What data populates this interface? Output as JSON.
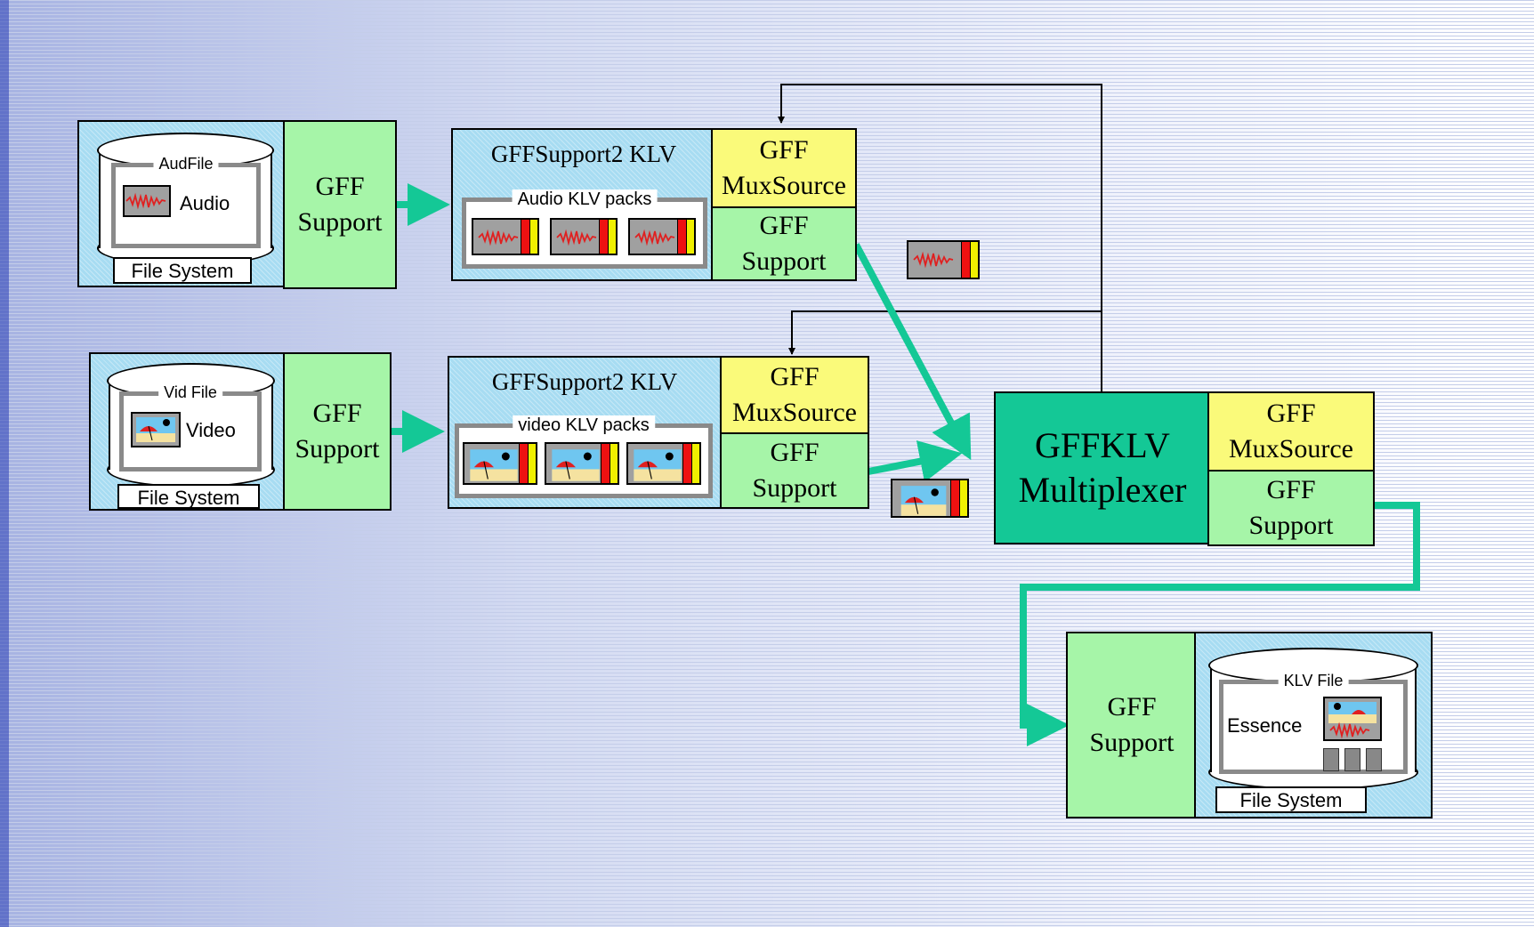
{
  "colors": {
    "support": "#a6f5a8",
    "muxsource": "#fafa7a",
    "multiplexer": "#14c896",
    "container": "#a7dcf2",
    "flow_arrow": "#14c896",
    "control_line": "#000000"
  },
  "audio_row": {
    "storage": {
      "file_label": "AudFile",
      "content_label": "Audio",
      "fs_label": "File System",
      "icon": "waveform-icon"
    },
    "support_label": "GFF\nSupport",
    "klv_source": {
      "title": "GFFSupport2 KLV",
      "packs_label": "Audio KLV packs",
      "muxsource_label": "GFF\nMuxSource",
      "support_label": "GFF\nSupport"
    }
  },
  "video_row": {
    "storage": {
      "file_label": "Vid File",
      "content_label": "Video",
      "fs_label": "File System",
      "icon": "beach-image-icon"
    },
    "support_label": "GFF\nSupport",
    "klv_source": {
      "title": "GFFSupport2 KLV",
      "packs_label": "video KLV packs",
      "muxsource_label": "GFF\nMuxSource",
      "support_label": "GFF\nSupport"
    }
  },
  "multiplexer": {
    "label": "GFFKLV\nMultiplexer",
    "muxsource_label": "GFF\nMuxSource",
    "support_label": "GFF\nSupport"
  },
  "output": {
    "support_label": "GFF\nSupport",
    "file_label": "KLV File",
    "content_label": "Essence",
    "fs_label": "File System"
  }
}
